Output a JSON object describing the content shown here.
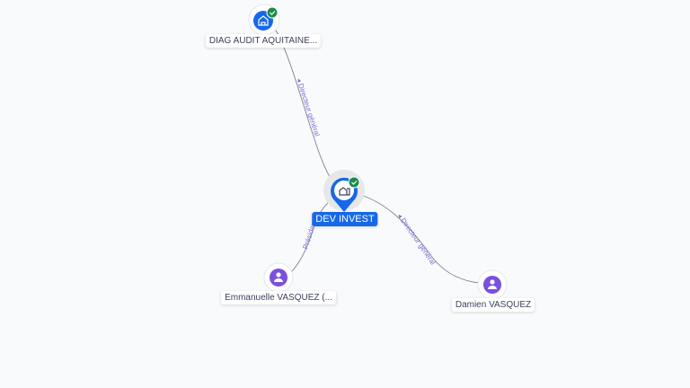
{
  "nodes": {
    "center": {
      "label": "DEV INVEST",
      "icon": "company-icon",
      "verified": true
    },
    "diag": {
      "label": "DIAG AUDIT AQUITAINE...",
      "icon": "company-icon",
      "verified": true
    },
    "emmanuelle": {
      "label": "Emmanuelle VASQUEZ (...",
      "icon": "person-icon"
    },
    "damien": {
      "label": "Damien VASQUEZ",
      "icon": "person-icon"
    }
  },
  "edges": {
    "diag_center": "Directeur général",
    "emmanuelle_center": "Président",
    "damien_center": "Directeur général"
  },
  "colors": {
    "company": "#1668e8",
    "person": "#7b4fe0",
    "verified": "#1e8a4a",
    "edge_label": "#7a6fd8"
  }
}
